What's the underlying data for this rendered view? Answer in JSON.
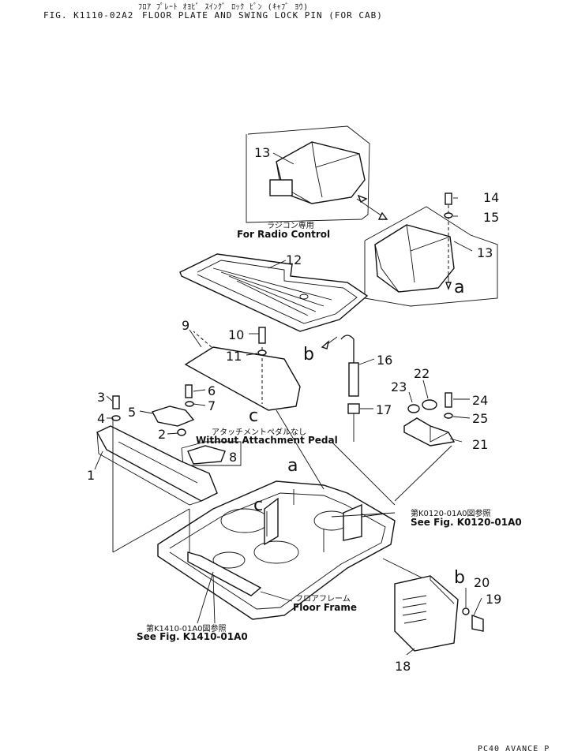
{
  "header": {
    "japanese_title": "ﾌﾛｱ ﾌﾟﾚｰﾄ ｵﾖﾋﾞ ｽｲﾝｸﾞ ﾛｯｸ ﾋﾟﾝ (ｷｬﾌﾞ ﾖｳ)",
    "figure_number": "FIG. K1110-02A2",
    "title": "FLOOR PLATE AND SWING LOCK PIN (FOR CAB)"
  },
  "callouts": {
    "radio_control_jp": "ラジコン専用",
    "radio_control": "For Radio Control",
    "without_pedal_jp": "アタッチメントペダルなし",
    "without_pedal": "Without Attachment Pedal",
    "see_k0120_jp": "第K0120-01A0図参照",
    "see_k0120": "See Fig. K0120-01A0",
    "floor_frame_jp": "フロアフレーム",
    "floor_frame": "Floor Frame",
    "see_k1410_jp": "第K1410-01A0図参照",
    "see_k1410": "See Fig. K1410-01A0"
  },
  "part_numbers": {
    "p1": "1",
    "p2": "2",
    "p3": "3",
    "p4": "4",
    "p5": "5",
    "p6": "6",
    "p7": "7",
    "p8": "8",
    "p9": "9",
    "p10": "10",
    "p11": "11",
    "p12": "12",
    "p13a": "13",
    "p13b": "13",
    "p14": "14",
    "p15": "15",
    "p16": "16",
    "p17": "17",
    "p18": "18",
    "p19": "19",
    "p20": "20",
    "p21": "21",
    "p22": "22",
    "p23": "23",
    "p24": "24",
    "p25": "25"
  },
  "reference_letters": {
    "a_top": "a",
    "a_mid": "a",
    "b_left": "b",
    "b_right": "b",
    "c_top": "c",
    "c_mid": "c"
  },
  "footer": "PC40 AVANCE P"
}
